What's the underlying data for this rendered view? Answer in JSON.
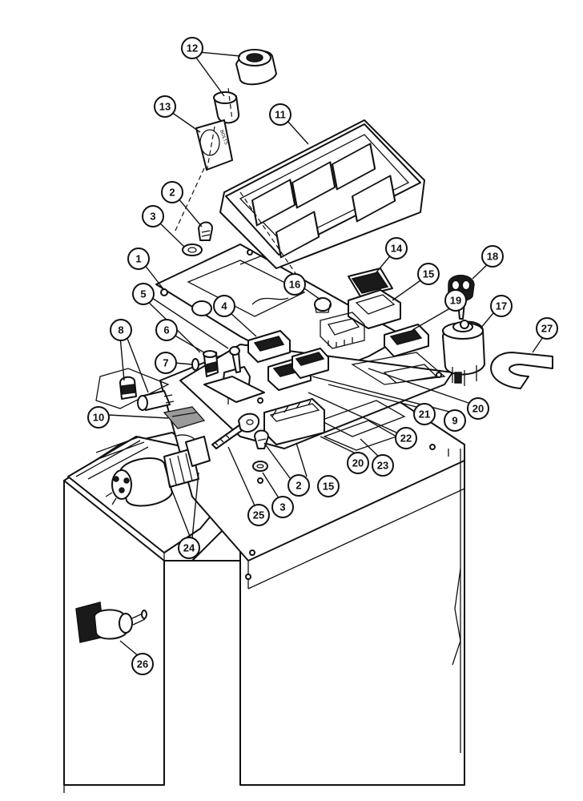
{
  "diagram": {
    "decal_text": "BOLTS",
    "callouts": [
      {
        "id": "c12",
        "label": "12"
      },
      {
        "id": "c13",
        "label": "13"
      },
      {
        "id": "c11",
        "label": "11"
      },
      {
        "id": "c2a",
        "label": "2"
      },
      {
        "id": "c3a",
        "label": "3"
      },
      {
        "id": "c1",
        "label": "1"
      },
      {
        "id": "c14",
        "label": "14"
      },
      {
        "id": "c18",
        "label": "18"
      },
      {
        "id": "c15a",
        "label": "15"
      },
      {
        "id": "c16",
        "label": "16"
      },
      {
        "id": "c5",
        "label": "5"
      },
      {
        "id": "c4",
        "label": "4"
      },
      {
        "id": "c19",
        "label": "19"
      },
      {
        "id": "c17",
        "label": "17"
      },
      {
        "id": "c27",
        "label": "27"
      },
      {
        "id": "c8",
        "label": "8"
      },
      {
        "id": "c6",
        "label": "6"
      },
      {
        "id": "c7",
        "label": "7"
      },
      {
        "id": "c20a",
        "label": "20"
      },
      {
        "id": "c21",
        "label": "21"
      },
      {
        "id": "c9",
        "label": "9"
      },
      {
        "id": "c10",
        "label": "10"
      },
      {
        "id": "c22",
        "label": "22"
      },
      {
        "id": "c20b",
        "label": "20"
      },
      {
        "id": "c23",
        "label": "23"
      },
      {
        "id": "c2b",
        "label": "2"
      },
      {
        "id": "c15b",
        "label": "15"
      },
      {
        "id": "c3b",
        "label": "3"
      },
      {
        "id": "c25",
        "label": "25"
      },
      {
        "id": "c24",
        "label": "24"
      },
      {
        "id": "c26",
        "label": "26"
      }
    ]
  }
}
